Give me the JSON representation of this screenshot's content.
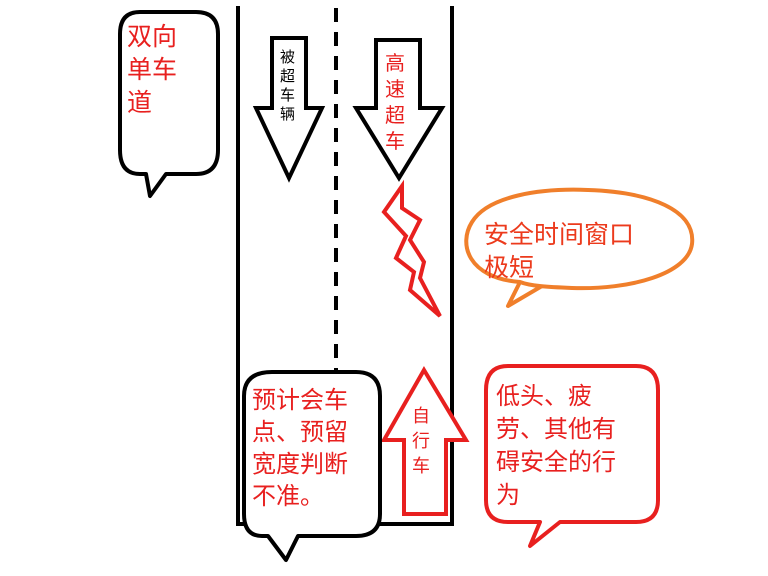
{
  "bubbles": {
    "two_way_road": "双向\n单车\n道",
    "safety_window": "安全时间窗口\n极短",
    "judgment": "预计会车\n点、预留\n宽度判断\n不准。",
    "distraction": "低头、疲\n劳、其他有\n碍安全的行\n为"
  },
  "arrows": {
    "overtaken_vehicle": "被\n超\n车\n辆",
    "speeding_overtake": "高\n速\n超\n车",
    "own_vehicle": "自\n行\n车"
  },
  "colors": {
    "red": "#e8201f",
    "orange": "#f07f2b",
    "black": "#000000"
  },
  "icons": [
    "lightning-icon"
  ]
}
